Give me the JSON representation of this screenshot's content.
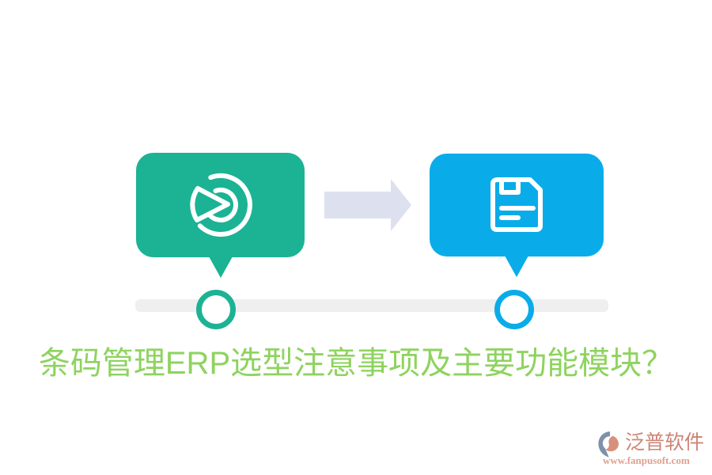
{
  "title": {
    "text": "条码管理ERP选型注意事项及主要功能模块？",
    "color": "#8ed35f"
  },
  "steps": [
    {
      "id": "step-1",
      "icon": "pie-chart-icon",
      "bubble_color": "#1bb394",
      "node_color": "#1bb394"
    },
    {
      "id": "step-2",
      "icon": "save-floppy-icon",
      "bubble_color": "#09ace9",
      "node_color": "#09ace9"
    }
  ],
  "arrow": {
    "direction": "right",
    "color": "#dde1ef"
  },
  "timeline": {
    "bar_color": "#efefef"
  },
  "watermark": {
    "brand": "泛普软件",
    "url": "www.fanpusoft.com",
    "brand_color": "#cd8577",
    "url_color": "#dfa08f",
    "logo_colors": {
      "gray": "#7e91a9",
      "salmon": "#d8907d"
    }
  }
}
